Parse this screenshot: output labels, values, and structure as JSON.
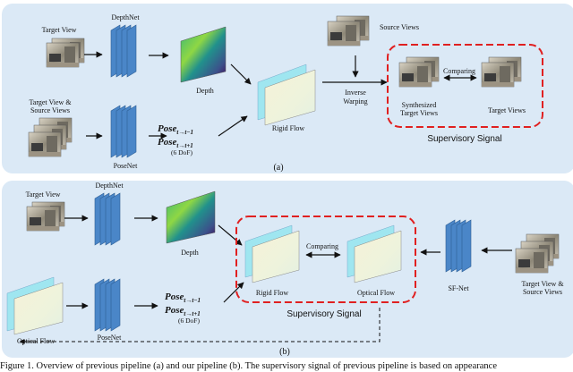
{
  "panel_a": {
    "target_view": "Target View",
    "depthnet": "DepthNet",
    "depth": "Depth",
    "target_source_line1": "Target View &",
    "target_source_line2": "Source Views",
    "posenet": "PoseNet",
    "pose_prev": "Pose",
    "pose_prev_sub": "t→t−1",
    "pose_next": "Pose",
    "pose_next_sub": "t→t+1",
    "dof": "(6 DoF)",
    "rigid_flow": "Rigid Flow",
    "source_views": "Source Views",
    "inverse_line1": "Inverse",
    "inverse_line2": "Warping",
    "comparing": "Comparing",
    "synth_line1": "Synthesized",
    "synth_line2": "Target Views",
    "target_views": "Target Views",
    "supervisory": "Supervisory Signal",
    "tag": "(a)"
  },
  "panel_b": {
    "target_view": "Target View",
    "depthnet": "DepthNet",
    "depth": "Depth",
    "posenet": "PoseNet",
    "pose_prev": "Pose",
    "pose_prev_sub": "t→t−1",
    "pose_next": "Pose",
    "pose_next_sub": "t→t+1",
    "dof": "(6 DoF)",
    "optical_flow_left": "Optical Flow",
    "comparing": "Comparing",
    "rigid_flow": "Rigid Flow",
    "optical_flow": "Optical Flow",
    "sfnet": "SF-Net",
    "target_source_line1": "Target View &",
    "target_source_line2": "Source Views",
    "supervisory": "Supervisory Signal",
    "tag": "(b)"
  },
  "caption": "Figure 1. Overview of previous pipeline (a) and our pipeline (b). The supervisory signal of previous pipeline is based on appearance",
  "colors": {
    "panel_bg": "#dbe9f6",
    "network_blue": "#4a86c8",
    "dashed_red": "#e02020"
  }
}
